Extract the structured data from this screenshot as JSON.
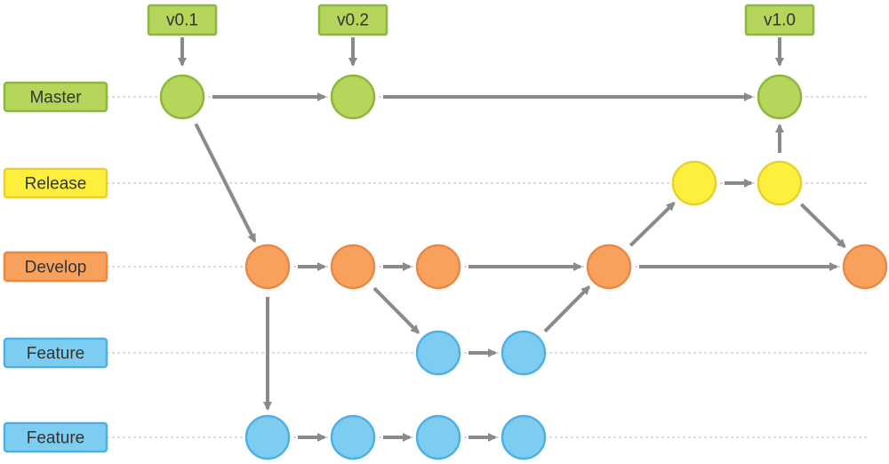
{
  "branches": [
    {
      "key": "master",
      "label": "Master",
      "fill": "#b5d65b",
      "stroke": "#8cb83c"
    },
    {
      "key": "release",
      "label": "Release",
      "fill": "#ffef3d",
      "stroke": "#e8d032"
    },
    {
      "key": "develop",
      "label": "Develop",
      "fill": "#f7a15d",
      "stroke": "#e88a44"
    },
    {
      "key": "feature1",
      "label": "Feature",
      "fill": "#7dcdf0",
      "stroke": "#4fb0e3"
    },
    {
      "key": "feature2",
      "label": "Feature",
      "fill": "#7dcdf0",
      "stroke": "#4fb0e3"
    }
  ],
  "tags": [
    {
      "key": "v01",
      "label": "v0.1",
      "commit": "m1"
    },
    {
      "key": "v02",
      "label": "v0.2",
      "commit": "m2"
    },
    {
      "key": "v10",
      "label": "v1.0",
      "commit": "m3"
    }
  ],
  "commits": [
    {
      "id": "m1",
      "branch": "master"
    },
    {
      "id": "m2",
      "branch": "master"
    },
    {
      "id": "m3",
      "branch": "master"
    },
    {
      "id": "r1",
      "branch": "release"
    },
    {
      "id": "r2",
      "branch": "release"
    },
    {
      "id": "d1",
      "branch": "develop"
    },
    {
      "id": "d2",
      "branch": "develop"
    },
    {
      "id": "d3",
      "branch": "develop"
    },
    {
      "id": "d4",
      "branch": "develop"
    },
    {
      "id": "d5",
      "branch": "develop"
    },
    {
      "id": "fa1",
      "branch": "feature1"
    },
    {
      "id": "fa2",
      "branch": "feature1"
    },
    {
      "id": "fb1",
      "branch": "feature2"
    },
    {
      "id": "fb2",
      "branch": "feature2"
    },
    {
      "id": "fb3",
      "branch": "feature2"
    },
    {
      "id": "fb4",
      "branch": "feature2"
    }
  ],
  "edges": [
    [
      "m1",
      "m2"
    ],
    [
      "m2",
      "m3"
    ],
    [
      "m1",
      "d1"
    ],
    [
      "d1",
      "d2"
    ],
    [
      "d2",
      "d3"
    ],
    [
      "d3",
      "d4"
    ],
    [
      "d4",
      "d5"
    ],
    [
      "d2",
      "fa1"
    ],
    [
      "fa1",
      "fa2"
    ],
    [
      "fa2",
      "d4"
    ],
    [
      "d1",
      "fb1"
    ],
    [
      "fb1",
      "fb2"
    ],
    [
      "fb2",
      "fb3"
    ],
    [
      "fb3",
      "fb4"
    ],
    [
      "d4",
      "r1"
    ],
    [
      "r1",
      "r2"
    ],
    [
      "r2",
      "m3"
    ],
    [
      "r2",
      "d5"
    ]
  ],
  "colors": {
    "tag_fill": "#b5d65b",
    "tag_stroke": "#8cb83c",
    "edge": "#8a8a8a",
    "lane": "#c8c8c8"
  }
}
